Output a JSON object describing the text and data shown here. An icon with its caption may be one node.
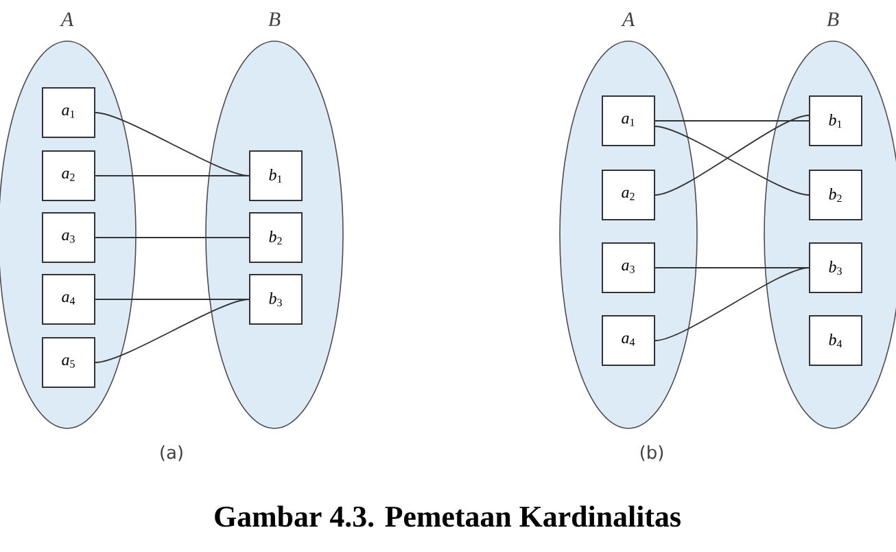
{
  "diagram": {
    "caption": "Gambar 4.3. Pemetaan Kardinalitas",
    "nodes": [
      {
        "text": [
          "A"
        ]
      },
      {
        "text": [
          "*a*$_{1}$"
        ],
        "in": 0
      },
      {
        "text": [
          "*a*$_{2}$"
        ],
        "in": 0
      },
      {
        "text": [
          "*a*$_{3}$"
        ],
        "in": 0
      },
      {
        "text": [
          "*a*$_{4}$"
        ],
        "in": 0
      },
      {
        "text": [
          "*a*$_{5}$"
        ],
        "in": 0
      },
      {
        "text": [
          "B"
        ]
      },
      {
        "text": [
          "*b*$_{1}$"
        ],
        "in": 6
      },
      {
        "text": [
          "*b*$_{2}$"
        ],
        "in": 6
      },
      {
        "text": [
          "*b*$_{3}$"
        ],
        "in": 6
      },
      {
        "text": [
          "A"
        ]
      },
      {
        "text": [
          "*a*$_{1}$"
        ],
        "in": 10
      },
      {
        "text": [
          "*a*$_{2}$"
        ],
        "in": 10
      },
      {
        "text": [
          "*a*$_{3}$"
        ],
        "in": 10
      },
      {
        "text": [
          "*a*$_{4}$"
        ],
        "in": 10
      },
      {
        "text": [
          "B"
        ]
      },
      {
        "text": [
          "*b*$_{1}$"
        ],
        "in": 15
      },
      {
        "text": [
          "*b*$_{2}$"
        ],
        "in": 15
      },
      {
        "text": [
          "*b*$_{3}$"
        ],
        "in": 15
      },
      {
        "text": [
          "*b*$_{4}$"
        ],
        "in": 15
      }
    ],
    "edges": [
      {
        "from": 1,
        "to": 7,
        "arrow": "none"
      },
      {
        "from": 2,
        "to": 7,
        "arrow": "none"
      },
      {
        "from": 3,
        "to": 8,
        "arrow": "none"
      },
      {
        "from": 4,
        "to": 9,
        "arrow": "none"
      },
      {
        "from": 5,
        "to": 9,
        "arrow": "none"
      },
      {
        "from": 11,
        "to": 16,
        "arrow": "none"
      },
      {
        "from": 11,
        "to": 17,
        "arrow": "none"
      },
      {
        "from": 12,
        "to": 16,
        "arrow": "none"
      },
      {
        "from": 13,
        "to": 18,
        "arrow": "none"
      },
      {
        "from": 14,
        "to": 18,
        "arrow": "none"
      }
    ],
    "labels": [
      "(a)",
      "(b)"
    ]
  }
}
